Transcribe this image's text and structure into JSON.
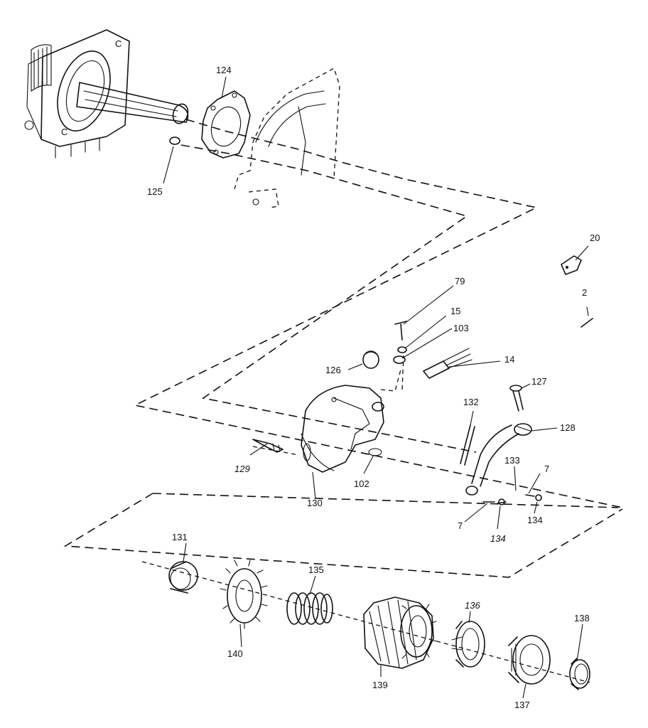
{
  "labels": {
    "p124": "124",
    "p125": "125",
    "p20": "20",
    "p2": "2",
    "p79": "79",
    "p15": "15",
    "p103": "103",
    "p14": "14",
    "p126": "126",
    "p127": "127",
    "p132": "132",
    "p128": "128",
    "p129": "129",
    "p130": "130",
    "p102": "102",
    "p133": "133",
    "p7a": "7",
    "p7b": "7",
    "p134a": "134",
    "p134b": "134",
    "p131": "131",
    "p135": "135",
    "p136": "136",
    "p138": "138",
    "p140": "140",
    "p139": "139",
    "p137": "137"
  }
}
